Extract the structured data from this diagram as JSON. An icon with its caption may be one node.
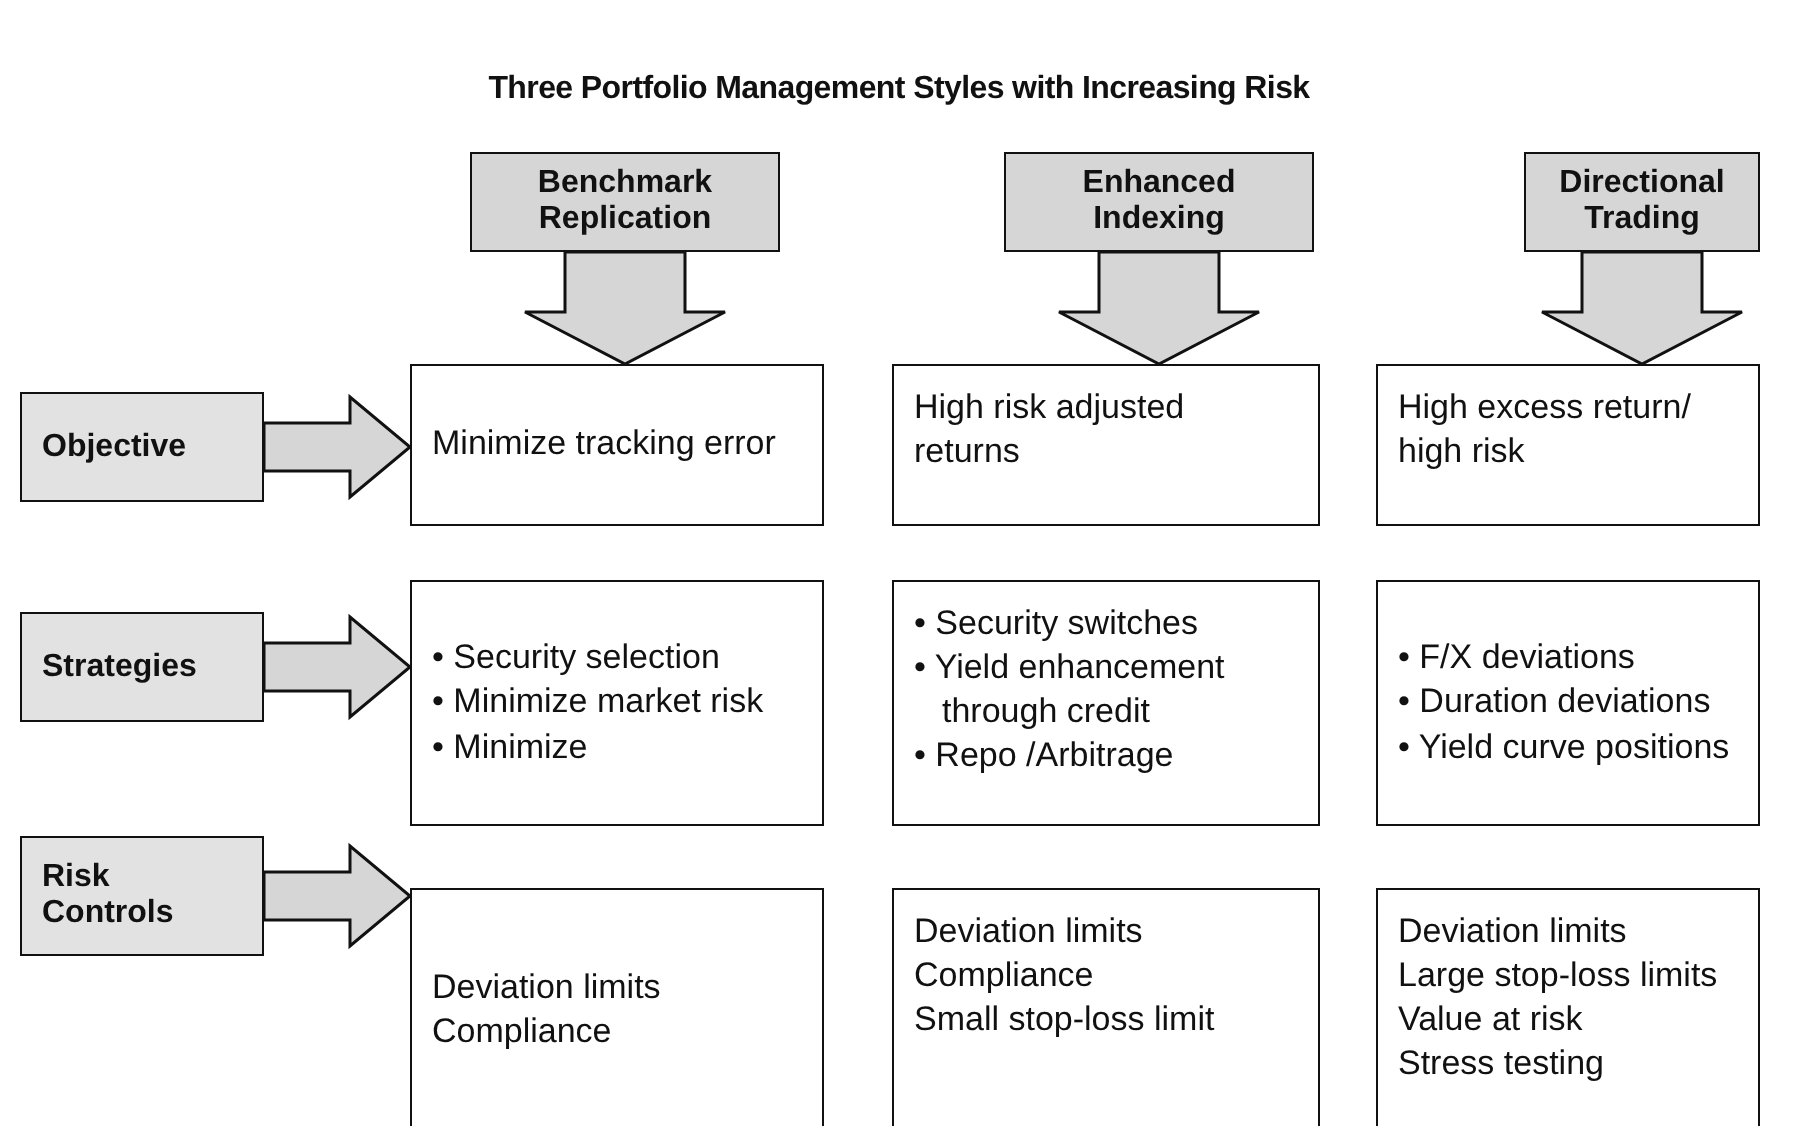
{
  "diagram": {
    "title": "Three Portfolio Management Styles with Increasing Risk",
    "nodes": [
      {
        "text": [
          "Benchmark Replication"
        ]
      },
      {
        "text": [
          "Enhanced Indexing"
        ]
      },
      {
        "text": [
          "Directional Trading"
        ]
      },
      {
        "text": [
          "Objective"
        ]
      },
      {
        "text": [
          "Minimize tracking error"
        ]
      },
      {
        "text": [
          "High risk adjusted returns"
        ]
      },
      {
        "text": [
          "High excess return/ high risk"
        ]
      },
      {
        "text": [
          "Strategies"
        ]
      },
      {
        "text": [
          "• Security selection",
          "• Minimize market risk",
          "• Minimize"
        ]
      },
      {
        "text": [
          "• Security switches",
          "• Yield enhancement through credit",
          "• Repo /Arbitrage"
        ]
      },
      {
        "text": [
          "• F/X deviations",
          "• Duration deviations",
          "• Yield curve positions"
        ]
      },
      {
        "text": [
          "Risk Controls"
        ]
      },
      {
        "text": [
          "Deviation limits",
          "Compliance"
        ]
      },
      {
        "text": [
          "Deviation limits",
          "Compliance",
          "Small stop-loss limit"
        ]
      },
      {
        "text": [
          "Deviation limits",
          "Large stop-loss limits",
          "Value at risk",
          "Stress testing"
        ]
      }
    ],
    "edges": [
      {
        "from": 0,
        "to": 4,
        "arrow": "to"
      },
      {
        "from": 1,
        "to": 5,
        "arrow": "to"
      },
      {
        "from": 2,
        "to": 6,
        "arrow": "to"
      },
      {
        "from": 3,
        "to": 4,
        "arrow": "to"
      },
      {
        "from": 7,
        "to": 8,
        "arrow": "to"
      },
      {
        "from": 11,
        "to": 12,
        "arrow": "to"
      }
    ]
  }
}
